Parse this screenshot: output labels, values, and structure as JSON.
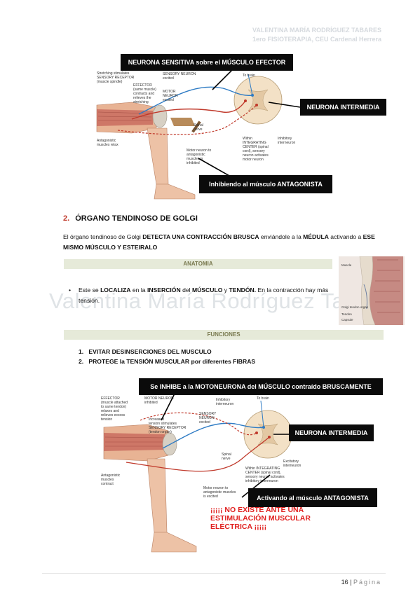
{
  "header": {
    "author": "VALENTINA MARÍA RODRÍGUEZ TABARES",
    "course": "1ero FISIOTERAPIA, CEU Cardenal Herrera"
  },
  "diagram1": {
    "callouts": {
      "top": "NEURONA SENSITIVA sobre el MÚSCULO EFECTOR",
      "right": "NEURONA INTERMEDIA",
      "bottom": "Inhibiendo al músculo ANTAGONISTA"
    },
    "labels": {
      "l1": "Stretching stimulates",
      "l1b": "SENSORY RECEPTOR",
      "l1c": "(muscle spindle)",
      "l2": "SENSORY NEURON",
      "l2b": "excited",
      "l3": "EFFECTOR",
      "l3b": "(same muscle)",
      "l3c": "contracts and",
      "l3d": "relieves the",
      "l3e": "stretching",
      "l4": "MOTOR",
      "l4b": "NEURON",
      "l4c": "excited",
      "l5": "To brain",
      "l6": "Spinal",
      "l6b": "nerve",
      "l7": "Within",
      "l7b": "INTEGRATING",
      "l7c": "CENTER (spinal",
      "l7d": "cord), sensory",
      "l7e": "neuron activates",
      "l7f": "motor neuron",
      "l8": "Inhibitory",
      "l8b": "interneuron",
      "l9": "Antagonistic",
      "l9b": "muscles relax",
      "l10": "Motor neuron to",
      "l10b": "antagonistic",
      "l10c": "muscles is",
      "l10d": "inhibited"
    }
  },
  "section": {
    "number": "2.",
    "title": "ÓRGANO TENDINOSO DE GOLGI",
    "intro": {
      "p1": "El órgano tendinoso de Golgi ",
      "b1": "DETECTA UNA CONTRACCIÓN BRUSCA",
      "p2": " enviándole a la ",
      "b2": "MÉDULA",
      "p3": " activando a ",
      "b3": "ESE MISMO MÚSCULO Y ESTEIRALO"
    }
  },
  "anatomia": {
    "heading": "ANATOMIA",
    "bullet": {
      "p1": "Este se ",
      "b1": "LOCALIZA",
      "p2": " en la ",
      "b2": "INSERCIÓN",
      "p3": " del ",
      "b3": "MÚSCULO",
      "p4": " y ",
      "b4": "TENDÓN.",
      "p5": " En la contracción hay más tensión."
    },
    "image_labels": {
      "a": "Golgi tendon organ",
      "b": "Tendon",
      "c": "Capsule",
      "d": "Muscle"
    }
  },
  "watermark": "Valentina María Rodríguez Taba",
  "funciones": {
    "heading": "FUNCIONES",
    "items": [
      {
        "num": "1.",
        "text": "EVITAR DESINSERCIONES DEL MUSCULO"
      },
      {
        "num": "2.",
        "text": "PROTEGE la TENSIÓN MUSCULAR por diferentes FIBRAS"
      }
    ]
  },
  "diagram2": {
    "callouts": {
      "top": "Se INHIBE a la MOTONEURONA del MÚSCULO contraído BRUSCAMENTE",
      "right": "NEURONA INTERMEDIA",
      "bottom": "Activando al músculo ANTAGONISTA"
    },
    "labels": {
      "l1": "EFFECTOR",
      "l1b": "(muscle attached",
      "l1c": "to same tendon)",
      "l1d": "relaxes and",
      "l1e": "relieves excess",
      "l1f": "tension",
      "l2": "MOTOR NEURON",
      "l2b": "inhibited",
      "l3": "Increased",
      "l3b": "tension stimulates",
      "l3c": "SENSORY RECEPTOR",
      "l3d": "(tendon organ)",
      "l4": "SENSORY",
      "l4b": "NEURON",
      "l4c": "excited",
      "l5": "Inhibitory",
      "l5b": "interneuron",
      "l6": "To brain",
      "l7": "Spinal",
      "l7b": "nerve",
      "l8": "Excitatory",
      "l8b": "interneuron",
      "l9": "Within INTEGRATING",
      "l9b": "CENTER (spinal cord),",
      "l9c": "sensory neuron activates",
      "l9d": "inhibitory interneuron",
      "l10": "Antagonistic",
      "l10b": "muscles",
      "l10c": "contract",
      "l11": "Motor neuron to",
      "l11b": "antagonistic muscles",
      "l11c": "is excited"
    }
  },
  "warning": {
    "line1": "¡¡¡¡¡ NO EXISTE ANTE UNA",
    "line2": "ESTIMULACIÓN MUSCULAR",
    "line3": "ELÉCTRICA ¡¡¡¡¡"
  },
  "footer": {
    "page": "16",
    "sep": " | ",
    "label": "Página"
  }
}
